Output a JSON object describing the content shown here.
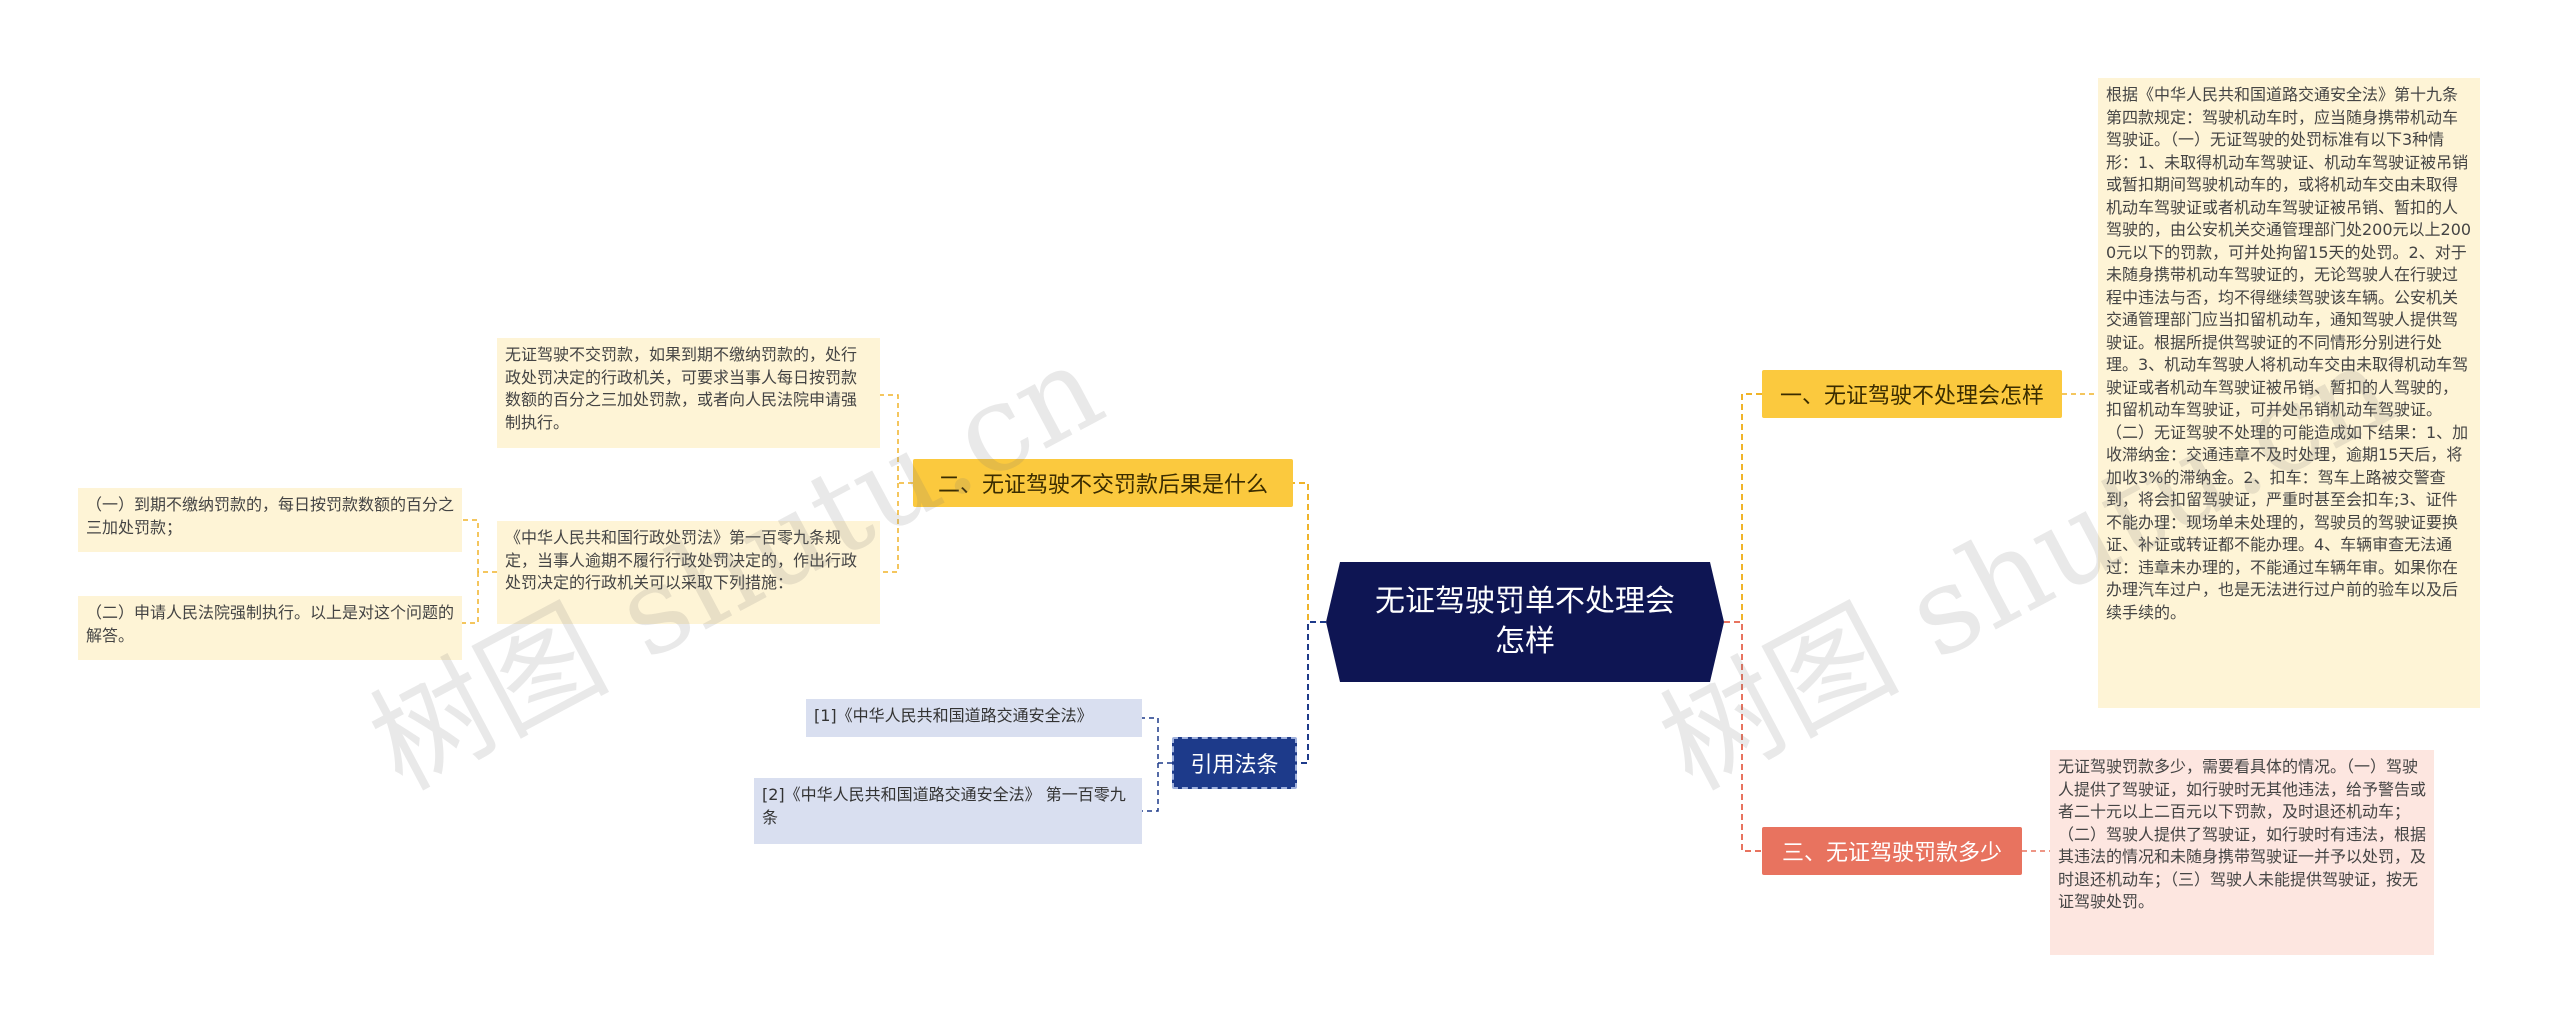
{
  "central": {
    "title": "无证驾驶罚单不处理会怎样"
  },
  "branches": {
    "b1": {
      "label": "一、无证驾驶不处理会怎样",
      "color": "#fbc93e"
    },
    "b2": {
      "label": "二、无证驾驶不交罚款后果是什么",
      "color": "#fbc93e"
    },
    "b3": {
      "label": "三、无证驾驶罚款多少",
      "color": "#e8735f"
    },
    "b4": {
      "label": "引用法条",
      "color": "#1d3a8a"
    }
  },
  "leaves": {
    "b1_text": "根据《中华人民共和国道路交通安全法》第十九条第四款规定：驾驶机动车时，应当随身携带机动车驾驶证。（一）无证驾驶的处罚标准有以下3种情形：1、未取得机动车驾驶证、机动车驾驶证被吊销或暂扣期间驾驶机动车的，或将机动车交由未取得机动车驾驶证或者机动车驾驶证被吊销、暂扣的人驾驶的，由公安机关交通管理部门处200元以上2000元以下的罚款，可并处拘留15天的处罚。2、对于未随身携带机动车驾驶证的，无论驾驶人在行驶过程中违法与否，均不得继续驾驶该车辆。公安机关交通管理部门应当扣留机动车，通知驾驶人提供驾驶证。根据所提供驾驶证的不同情形分别进行处理。3、机动车驾驶人将机动车交由未取得机动车驾驶证或者机动车驾驶证被吊销、暂扣的人驾驶的，扣留机动车驾驶证，可并处吊销机动车驾驶证。（二）无证驾驶不处理的可能造成如下结果：1、加收滞纳金：交通违章不及时处理，逾期15天后，将加收3%的滞纳金。2、扣车：驾车上路被交警查到，将会扣留驾驶证，严重时甚至会扣车;3、证件不能办理：现场单未处理的，驾驶员的驾驶证要换证、补证或转证都不能办理。4、车辆审查无法通过：违章未办理的，不能通过车辆年审。如果你在办理汽车过户，也是无法进行过户前的验车以及后续手续的。",
    "b2_a": "无证驾驶不交罚款，如果到期不缴纳罚款的，处行政处罚决定的行政机关，可要求当事人每日按罚款数额的百分之三加处罚款，或者向人民法院申请强制执行。",
    "b2_b": "《中华人民共和国行政处罚法》第一百零九条规定，当事人逾期不履行行政处罚决定的，作出行政处罚决定的行政机关可以采取下列措施：",
    "b2_b1": "（一）到期不缴纳罚款的，每日按罚款数额的百分之三加处罚款；",
    "b2_b2": "（二）申请人民法院强制执行。以上是对这个问题的解答。",
    "b3_text": "无证驾驶罚款多少，需要看具体的情况。（一）驾驶人提供了驾驶证，如行驶时无其他违法，给予警告或者二十元以上二百元以下罚款，及时退还机动车；（二）驾驶人提供了驾驶证，如行驶时有违法，根据其违法的情况和未随身携带驾驶证一并予以处罚，及时退还机动车；（三）驾驶人未能提供驾驶证，按无证驾驶处罚。",
    "ref1": "[1]《中华人民共和国道路交通安全法》",
    "ref2": "[2]《中华人民共和国道路交通安全法》 第一百零九条"
  },
  "watermarks": [
    "树图 shutu.cn",
    "树图 shutu.cn"
  ]
}
